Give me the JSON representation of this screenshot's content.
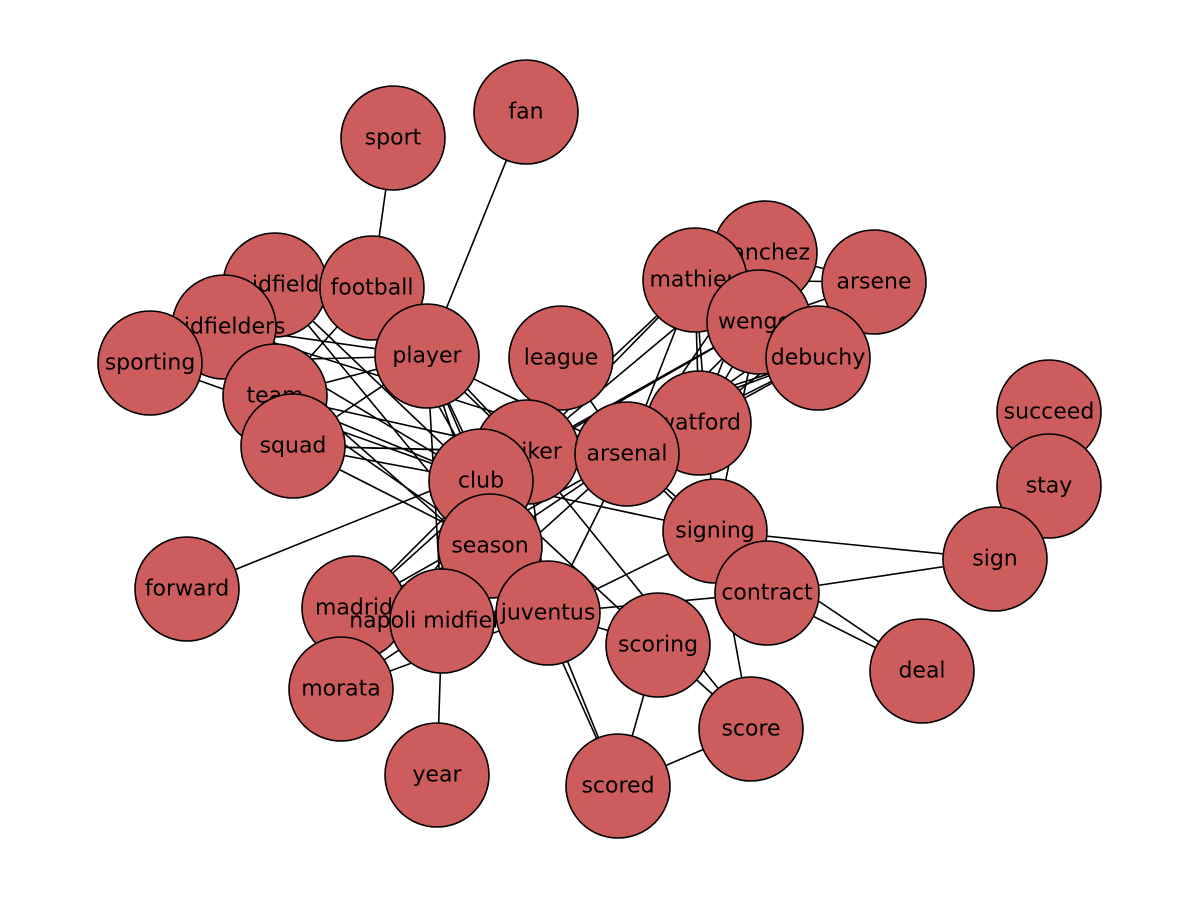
{
  "graph": {
    "node_color": "#cd5c5c",
    "edge_color": "#000000",
    "nodes": [
      {
        "id": "sport",
        "label": "sport"
      },
      {
        "id": "fan",
        "label": "fan"
      },
      {
        "id": "sanchez",
        "label": "sanchez"
      },
      {
        "id": "arsene",
        "label": "arsene"
      },
      {
        "id": "mathieu",
        "label": "mathieu"
      },
      {
        "id": "wenger",
        "label": "wenger"
      },
      {
        "id": "debuchy",
        "label": "debuchy"
      },
      {
        "id": "midfield",
        "label": "midfield"
      },
      {
        "id": "football",
        "label": "football"
      },
      {
        "id": "midfielders",
        "label": "midfielders"
      },
      {
        "id": "sporting",
        "label": "sporting"
      },
      {
        "id": "player",
        "label": "player"
      },
      {
        "id": "league",
        "label": "league"
      },
      {
        "id": "team",
        "label": "team"
      },
      {
        "id": "squad",
        "label": "squad"
      },
      {
        "id": "watford",
        "label": "watford"
      },
      {
        "id": "succeed",
        "label": "succeed"
      },
      {
        "id": "stay",
        "label": "stay"
      },
      {
        "id": "striker",
        "label": "striker"
      },
      {
        "id": "arsenal",
        "label": "arsenal"
      },
      {
        "id": "club",
        "label": "club"
      },
      {
        "id": "signing",
        "label": "signing"
      },
      {
        "id": "season",
        "label": "season"
      },
      {
        "id": "sign",
        "label": "sign"
      },
      {
        "id": "forward",
        "label": "forward"
      },
      {
        "id": "contract",
        "label": "contract"
      },
      {
        "id": "madrid",
        "label": "madrid"
      },
      {
        "id": "napoli",
        "label": "napoli midfielder"
      },
      {
        "id": "juventus",
        "label": "juventus"
      },
      {
        "id": "scoring",
        "label": "scoring"
      },
      {
        "id": "deal",
        "label": "deal"
      },
      {
        "id": "morata",
        "label": "morata"
      },
      {
        "id": "score",
        "label": "score"
      },
      {
        "id": "year",
        "label": "year"
      },
      {
        "id": "scored",
        "label": "scored"
      }
    ],
    "edges": [
      [
        "sport",
        "football"
      ],
      [
        "fan",
        "player"
      ],
      [
        "football",
        "player"
      ],
      [
        "football",
        "team"
      ],
      [
        "football",
        "club"
      ],
      [
        "football",
        "striker"
      ],
      [
        "midfield",
        "player"
      ],
      [
        "midfield",
        "club"
      ],
      [
        "midfield",
        "season"
      ],
      [
        "midfielders",
        "player"
      ],
      [
        "midfielders",
        "club"
      ],
      [
        "midfielders",
        "arsenal"
      ],
      [
        "midfielders",
        "juventus"
      ],
      [
        "sporting",
        "player"
      ],
      [
        "sporting",
        "club"
      ],
      [
        "team",
        "player"
      ],
      [
        "team",
        "club"
      ],
      [
        "team",
        "striker"
      ],
      [
        "team",
        "season"
      ],
      [
        "squad",
        "player"
      ],
      [
        "squad",
        "club"
      ],
      [
        "squad",
        "striker"
      ],
      [
        "squad",
        "arsenal"
      ],
      [
        "squad",
        "season"
      ],
      [
        "player",
        "club"
      ],
      [
        "player",
        "striker"
      ],
      [
        "player",
        "arsenal"
      ],
      [
        "player",
        "season"
      ],
      [
        "player",
        "juventus"
      ],
      [
        "player",
        "napoli"
      ],
      [
        "league",
        "club"
      ],
      [
        "league",
        "arsenal"
      ],
      [
        "forward",
        "striker"
      ],
      [
        "sanchez",
        "arsenal"
      ],
      [
        "sanchez",
        "wenger"
      ],
      [
        "sanchez",
        "arsene"
      ],
      [
        "sanchez",
        "debuchy"
      ],
      [
        "sanchez",
        "striker"
      ],
      [
        "sanchez",
        "watford"
      ],
      [
        "arsene",
        "wenger"
      ],
      [
        "arsene",
        "arsenal"
      ],
      [
        "arsene",
        "mathieu"
      ],
      [
        "arsene",
        "watford"
      ],
      [
        "mathieu",
        "wenger"
      ],
      [
        "mathieu",
        "debuchy"
      ],
      [
        "mathieu",
        "arsenal"
      ],
      [
        "mathieu",
        "striker"
      ],
      [
        "mathieu",
        "club"
      ],
      [
        "mathieu",
        "signing"
      ],
      [
        "mathieu",
        "watford"
      ],
      [
        "wenger",
        "arsenal"
      ],
      [
        "wenger",
        "club"
      ],
      [
        "wenger",
        "debuchy"
      ],
      [
        "wenger",
        "striker"
      ],
      [
        "wenger",
        "watford"
      ],
      [
        "wenger",
        "signing"
      ],
      [
        "debuchy",
        "arsenal"
      ],
      [
        "debuchy",
        "watford"
      ],
      [
        "debuchy",
        "club"
      ],
      [
        "debuchy",
        "striker"
      ],
      [
        "watford",
        "arsenal"
      ],
      [
        "watford",
        "club"
      ],
      [
        "watford",
        "striker"
      ],
      [
        "striker",
        "arsenal"
      ],
      [
        "striker",
        "club"
      ],
      [
        "striker",
        "season"
      ],
      [
        "striker",
        "juventus"
      ],
      [
        "striker",
        "madrid"
      ],
      [
        "striker",
        "morata"
      ],
      [
        "striker",
        "score"
      ],
      [
        "striker",
        "napoli"
      ],
      [
        "arsenal",
        "club"
      ],
      [
        "arsenal",
        "signing"
      ],
      [
        "arsenal",
        "season"
      ],
      [
        "arsenal",
        "juventus"
      ],
      [
        "arsenal",
        "contract"
      ],
      [
        "arsenal",
        "madrid"
      ],
      [
        "arsenal",
        "napoli"
      ],
      [
        "club",
        "season"
      ],
      [
        "club",
        "signing"
      ],
      [
        "club",
        "juventus"
      ],
      [
        "club",
        "scoring"
      ],
      [
        "club",
        "madrid"
      ],
      [
        "club",
        "scored"
      ],
      [
        "signing",
        "contract"
      ],
      [
        "signing",
        "sign"
      ],
      [
        "signing",
        "juventus"
      ],
      [
        "signing",
        "score"
      ],
      [
        "contract",
        "sign"
      ],
      [
        "contract",
        "deal"
      ],
      [
        "contract",
        "juventus"
      ],
      [
        "signing",
        "deal"
      ],
      [
        "season",
        "juventus"
      ],
      [
        "season",
        "madrid"
      ],
      [
        "season",
        "morata"
      ],
      [
        "napoli",
        "madrid"
      ],
      [
        "napoli",
        "morata"
      ],
      [
        "napoli",
        "year"
      ],
      [
        "napoli",
        "juventus"
      ],
      [
        "juventus",
        "morata"
      ],
      [
        "juventus",
        "scored"
      ],
      [
        "juventus",
        "scoring"
      ],
      [
        "scoring",
        "scored"
      ],
      [
        "scoring",
        "score"
      ],
      [
        "score",
        "scored"
      ],
      [
        "succeed",
        "stay"
      ]
    ]
  }
}
